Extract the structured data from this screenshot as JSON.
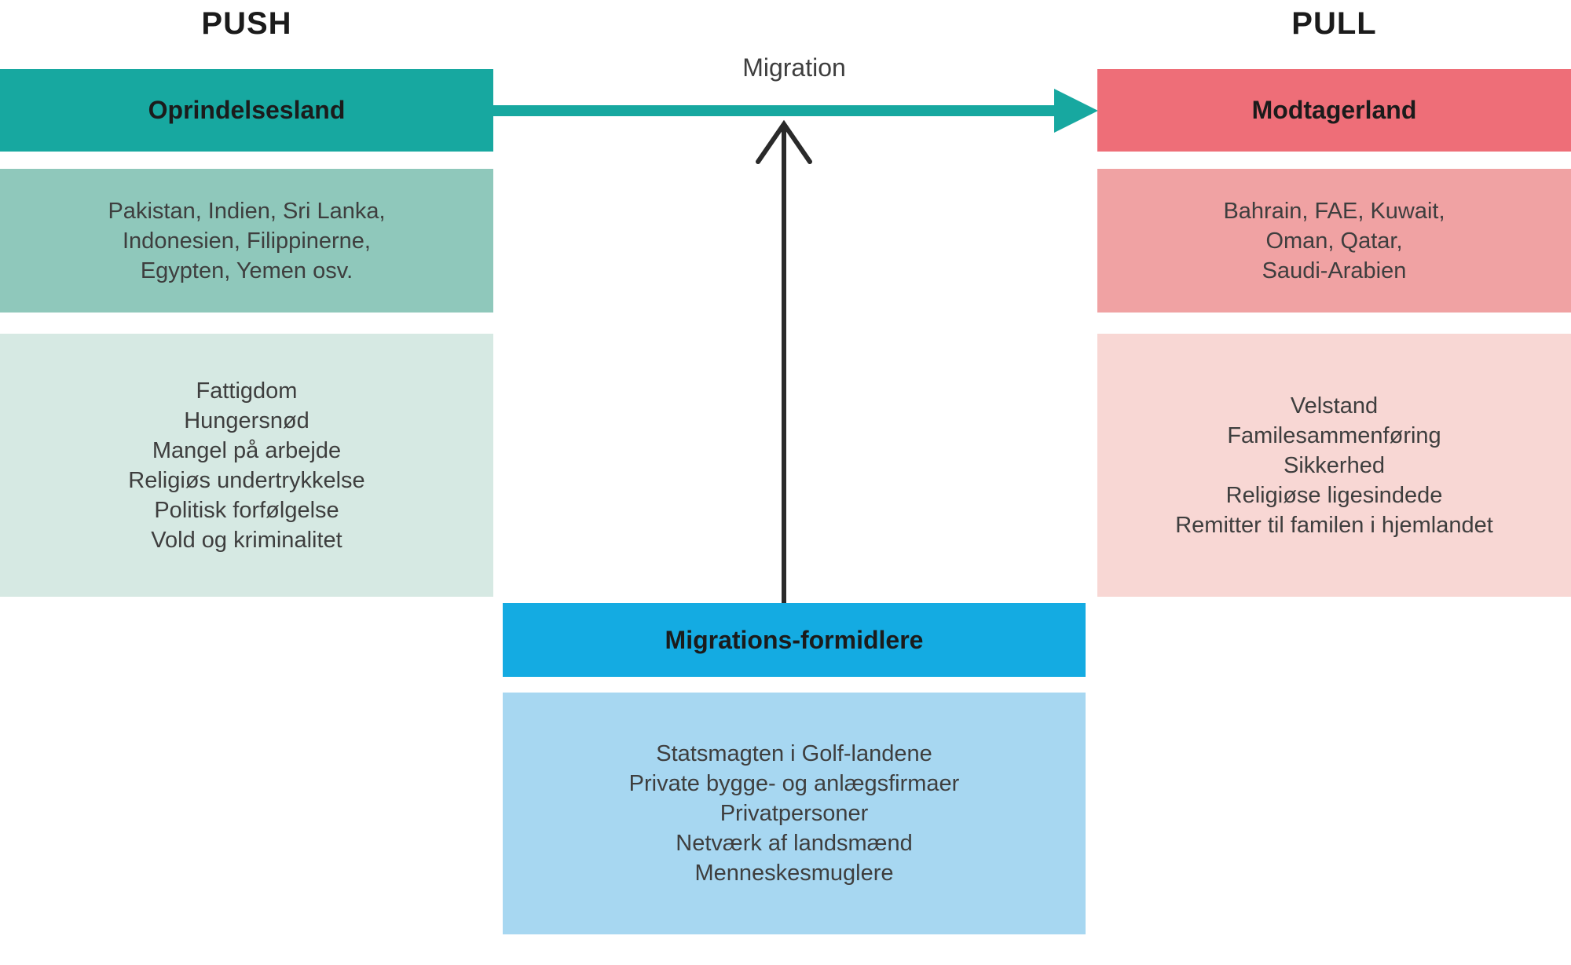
{
  "push": {
    "label": "PUSH",
    "header": "Oprindelsesland",
    "countries": [
      "Pakistan, Indien, Sri Lanka,",
      "Indonesien, Filippinerne,",
      "Egypten, Yemen osv."
    ],
    "factors": [
      "Fattigdom",
      "Hungersnød",
      "Mangel på arbejde",
      "Religiøs undertrykkelse",
      "Politisk forfølgelse",
      "Vold og kriminalitet"
    ]
  },
  "pull": {
    "label": "PULL",
    "header": "Modtagerland",
    "countries": [
      "Bahrain, FAE, Kuwait,",
      "Oman, Qatar,",
      "Saudi-Arabien"
    ],
    "factors": [
      "Velstand",
      "Familesammenføring",
      "Sikkerhed",
      "Religiøse ligesindede",
      "Remitter til familen i hjemlandet"
    ]
  },
  "middle": {
    "migration_label": "Migration",
    "header": "Migrations-formidlere",
    "agents": [
      "Statsmagten i Golf-landene",
      "Private bygge- og anlægsfirmaer",
      "Privatpersoner",
      "Netværk af landsmænd",
      "Menneskesmuglere"
    ]
  },
  "colors": {
    "teal_dark": "#17A8A0",
    "teal_medium": "#8FC8BB",
    "teal_light": "#D6E9E3",
    "red_dark": "#EE6E78",
    "red_medium": "#F0A2A3",
    "red_light": "#F8D7D4",
    "blue_dark": "#14ABE2",
    "blue_light": "#A7D7F1",
    "arrow_black": "#2a2a2a"
  }
}
